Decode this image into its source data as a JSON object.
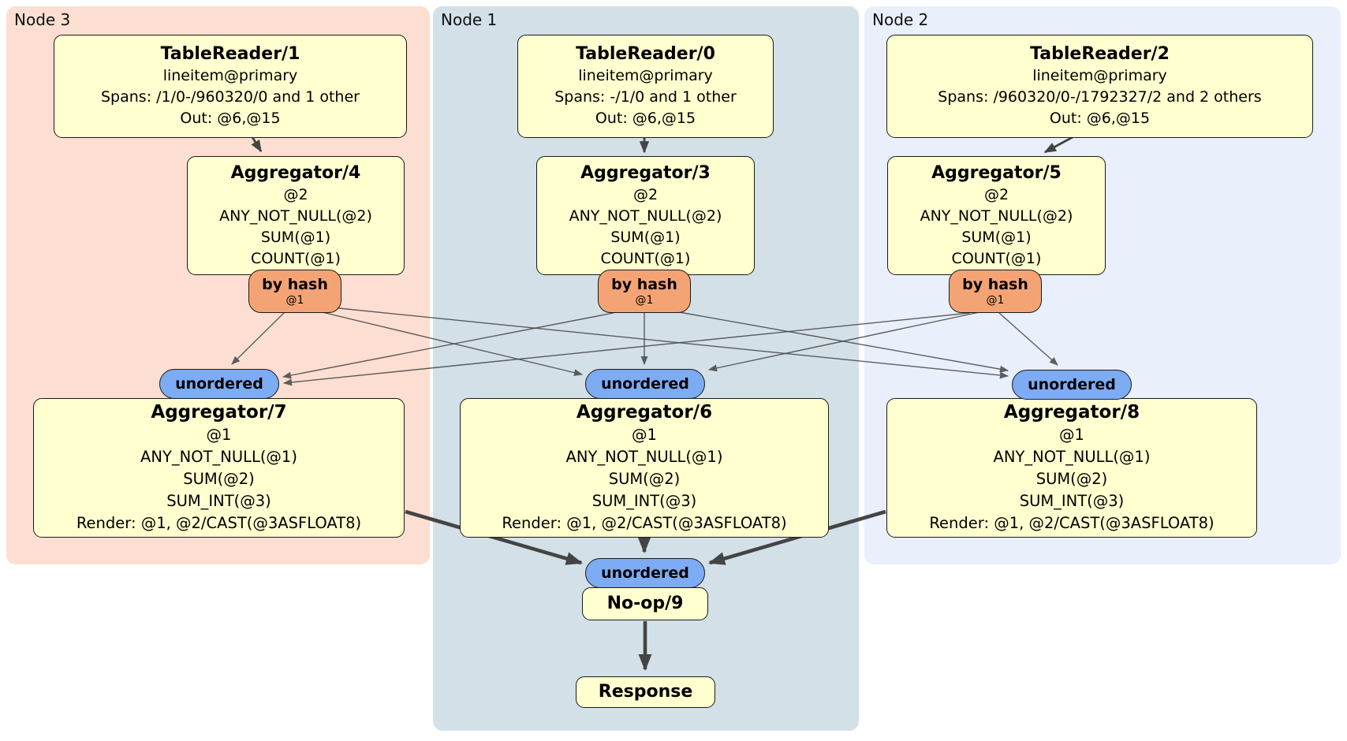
{
  "panels": [
    {
      "id": "node3",
      "label": "Node 3"
    },
    {
      "id": "node1",
      "label": "Node 1"
    },
    {
      "id": "node2",
      "label": "Node 2"
    }
  ],
  "boxes": {
    "tr1": {
      "title": "TableReader/1",
      "lines": [
        "lineitem@primary",
        "Spans: /1/0-/960320/0 and 1 other",
        "Out: @6,@15"
      ]
    },
    "tr0": {
      "title": "TableReader/0",
      "lines": [
        "lineitem@primary",
        "Spans: -/1/0 and 1 other",
        "Out: @6,@15"
      ]
    },
    "tr2": {
      "title": "TableReader/2",
      "lines": [
        "lineitem@primary",
        "Spans: /960320/0-/1792327/2 and 2 others",
        "Out: @6,@15"
      ]
    },
    "agg4": {
      "title": "Aggregator/4",
      "lines": [
        "@2",
        "ANY_NOT_NULL(@2)",
        "SUM(@1)",
        "COUNT(@1)"
      ]
    },
    "agg3": {
      "title": "Aggregator/3",
      "lines": [
        "@2",
        "ANY_NOT_NULL(@2)",
        "SUM(@1)",
        "COUNT(@1)"
      ]
    },
    "agg5": {
      "title": "Aggregator/5",
      "lines": [
        "@2",
        "ANY_NOT_NULL(@2)",
        "SUM(@1)",
        "COUNT(@1)"
      ]
    },
    "agg7": {
      "title": "Aggregator/7",
      "lines": [
        "@1",
        "ANY_NOT_NULL(@1)",
        "SUM(@2)",
        "SUM_INT(@3)",
        "Render: @1, @2/CAST(@3ASFLOAT8)"
      ]
    },
    "agg6": {
      "title": "Aggregator/6",
      "lines": [
        "@1",
        "ANY_NOT_NULL(@1)",
        "SUM(@2)",
        "SUM_INT(@3)",
        "Render: @1, @2/CAST(@3ASFLOAT8)"
      ]
    },
    "agg8": {
      "title": "Aggregator/8",
      "lines": [
        "@1",
        "ANY_NOT_NULL(@1)",
        "SUM(@2)",
        "SUM_INT(@3)",
        "Render: @1, @2/CAST(@3ASFLOAT8)"
      ]
    },
    "noop": {
      "title": "No-op/9"
    },
    "response": {
      "title": "Response"
    }
  },
  "router": {
    "label": "by hash",
    "detail": "@1"
  },
  "stream": {
    "unordered_label": "unordered"
  },
  "colors": {
    "panel_node3": "#fcdfd2",
    "panel_node1": "#d3e0e8",
    "panel_node2": "#e9effb",
    "box_fill": "#ffffcf",
    "router_fill": "#f4a474",
    "sync_fill": "#7dabf4",
    "edge": "#444444",
    "border": "#1a1a1a",
    "label": "#111111"
  }
}
